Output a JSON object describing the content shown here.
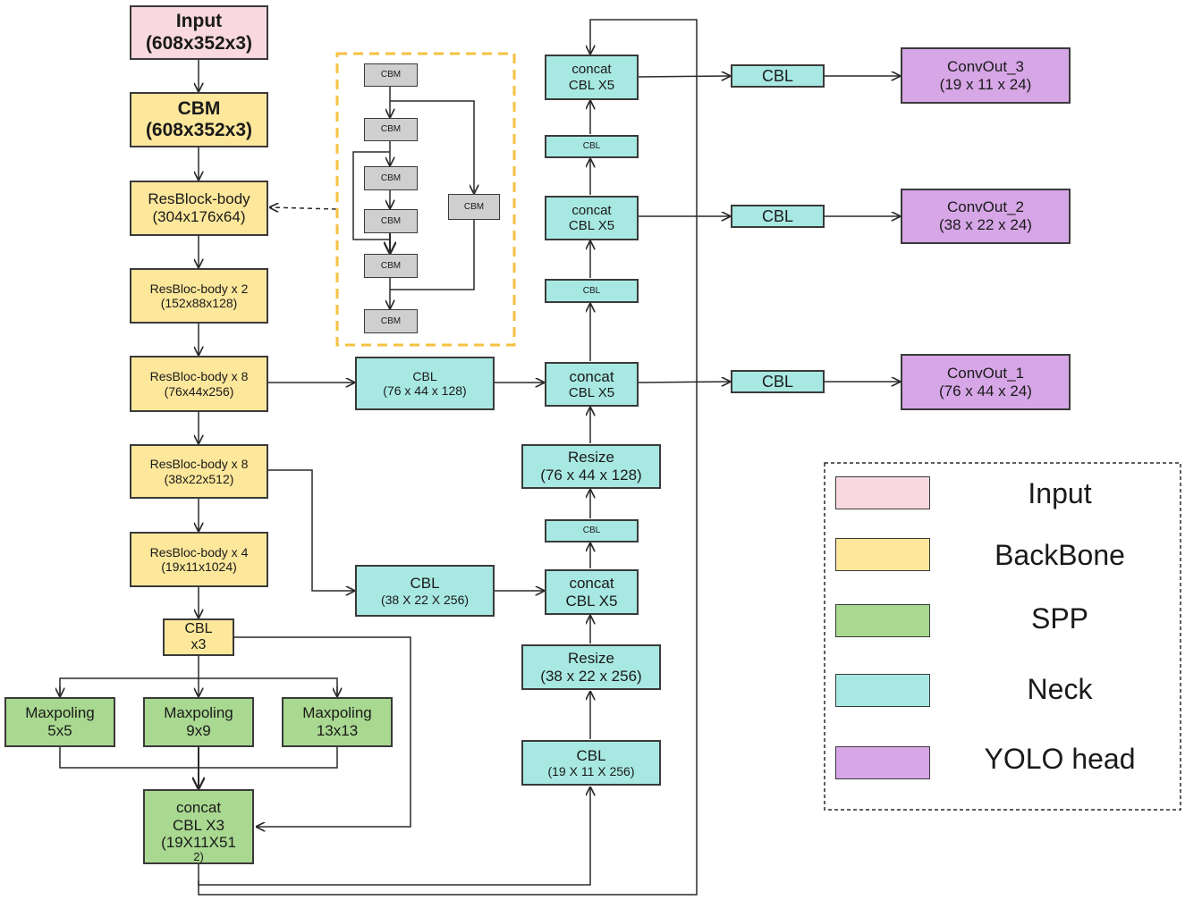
{
  "nodes": {
    "input": {
      "l1": "Input",
      "l2": "(608x352x3)"
    },
    "cbm_main": {
      "l1": "CBM",
      "l2": "(608x352x3)"
    },
    "resblock_body": {
      "l1": "ResBlock-body",
      "l2": "(304x176x64)"
    },
    "resbloc_x2": {
      "l1": "ResBloc-body x 2",
      "l2": "(152x88x128)"
    },
    "resbloc_x8_a": {
      "l1": "ResBloc-body x 8",
      "l2": "(76x44x256)"
    },
    "resbloc_x8_b": {
      "l1": "ResBloc-body x 8",
      "l2": "(38x22x512)"
    },
    "resbloc_x4": {
      "l1": "ResBloc-body x 4",
      "l2": "(19x11x1024)"
    },
    "cbl_x3": {
      "l1": "CBL",
      "l2": "x3"
    },
    "maxpool_5": {
      "l1": "Maxpoling",
      "l2": "5x5"
    },
    "maxpool_9": {
      "l1": "Maxpoling",
      "l2": "9x9"
    },
    "maxpool_13": {
      "l1": "Maxpoling",
      "l2": "13x13"
    },
    "spp_concat": {
      "l1": "concat",
      "l2": "CBL X3",
      "l3": "(19X11X51",
      "l4": "2)"
    },
    "cbl_76": {
      "l1": "CBL",
      "l2": "(76 x 44 x 128)"
    },
    "cbl_38": {
      "l1": "CBL",
      "l2": "(38 X 22 X 256)"
    },
    "cbl_19": {
      "l1": "CBL",
      "l2": "(19 X 11 X 256)"
    },
    "resize_38": {
      "l1": "Resize",
      "l2": "(38 x 22 x 256)"
    },
    "concat_mid": {
      "l1": "concat",
      "l2": "CBL X5"
    },
    "cbl_small_1": {
      "l1": "CBL"
    },
    "resize_76": {
      "l1": "Resize",
      "l2": "(76 x 44 x 128)"
    },
    "concat_low": {
      "l1": "concat",
      "l2": "CBL X5"
    },
    "cbl_small_2": {
      "l1": "CBL"
    },
    "concat_mid2": {
      "l1": "concat",
      "l2": "CBL X5"
    },
    "cbl_small_3": {
      "l1": "CBL"
    },
    "concat_top": {
      "l1": "concat",
      "l2": "CBL X5"
    },
    "cbl_out_1": {
      "l1": "CBL"
    },
    "cbl_out_2": {
      "l1": "CBL"
    },
    "cbl_out_3": {
      "l1": "CBL"
    },
    "convout_1": {
      "l1": "ConvOut_1",
      "l2": "(76 x 44 x 24)"
    },
    "convout_2": {
      "l1": "ConvOut_2",
      "l2": "(38 x 22 x 24)"
    },
    "convout_3": {
      "l1": "ConvOut_3",
      "l2": "(19 x 11 x 24)"
    }
  },
  "resblock_detail": {
    "cbm_1": "CBM",
    "cbm_2": "CBM",
    "cbm_3": "CBM",
    "cbm_4": "CBM",
    "cbm_5": "CBM",
    "cbm_6": "CBM",
    "cbm_side": "CBM"
  },
  "legend": [
    {
      "label": "Input",
      "color": "#f9d9df"
    },
    {
      "label": "BackBone",
      "color": "#fde79b"
    },
    {
      "label": "SPP",
      "color": "#a9d890"
    },
    {
      "label": "Neck",
      "color": "#a8e8e2"
    },
    {
      "label": "YOLO head",
      "color": "#d6a6e6"
    }
  ],
  "colors": {
    "input": "#f9d9df",
    "backbone": "#fde79b",
    "spp": "#a9d890",
    "neck": "#a8e8e2",
    "head": "#d6a6e6",
    "detail_border": "#f5c242",
    "detail_block": "#cfcfcf"
  }
}
